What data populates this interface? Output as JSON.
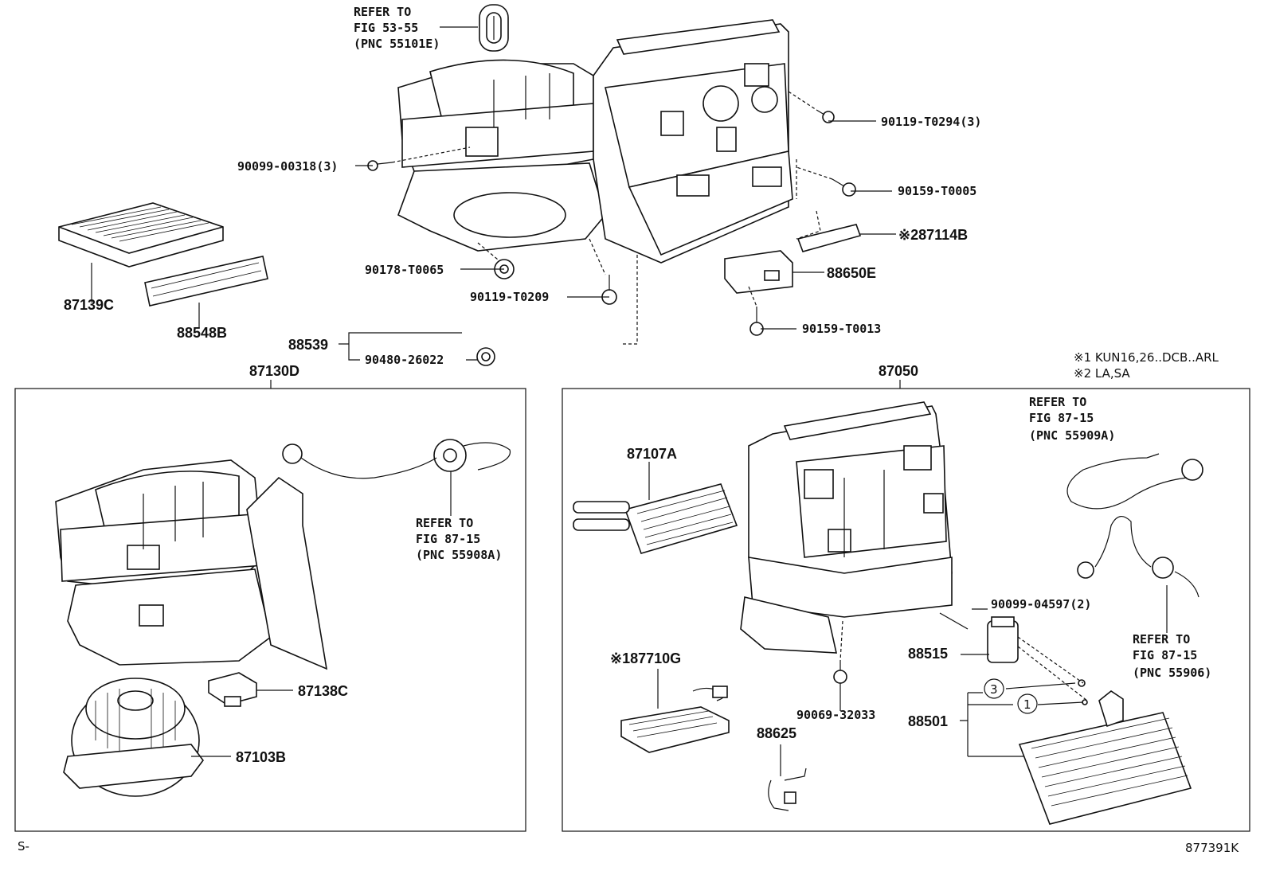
{
  "refs": {
    "fig53": [
      "REFER TO",
      "FIG 53-55",
      "(PNC 55101E)"
    ],
    "fig87_55908": [
      "REFER TO",
      "FIG 87-15",
      "(PNC 55908A)"
    ],
    "fig87_55909": [
      "REFER TO",
      "FIG 87-15",
      "(PNC 55909A)"
    ],
    "fig87_55906": [
      "REFER TO",
      "FIG 87-15",
      "(PNC 55906)"
    ]
  },
  "parts_top": {
    "p90119_T0294": "90119-T0294(3)",
    "p90099_00318": "90099-00318(3)",
    "p90159_T0005": "90159-T0005",
    "p87114B": "※287114B",
    "p88650E": "88650E",
    "p90178_T0065": "90178-T0065",
    "p90119_T0209": "90119-T0209",
    "p90159_T0013": "90159-T0013",
    "p87139C": "87139C",
    "p88548B": "88548B",
    "p88539": "88539",
    "p90480_26022": "90480-26022"
  },
  "assemblies": {
    "left_title": "87130D",
    "right_title": "87050"
  },
  "notes": {
    "note1": "※1 KUN16,26..DCB..ARL",
    "note2": "※2 LA,SA"
  },
  "parts_left": {
    "p87138C": "87138C",
    "p87103B": "87103B"
  },
  "parts_right": {
    "p87107A": "87107A",
    "p87710G": "※187710G",
    "p90099_04597": "90099-04597(2)",
    "p88515": "88515",
    "p88501": "88501",
    "p90069_32033": "90069-32033",
    "p88625": "88625",
    "circ3": "3",
    "circ1": "1"
  },
  "footer": {
    "left_code": "S-",
    "fig_code": "877391K"
  }
}
